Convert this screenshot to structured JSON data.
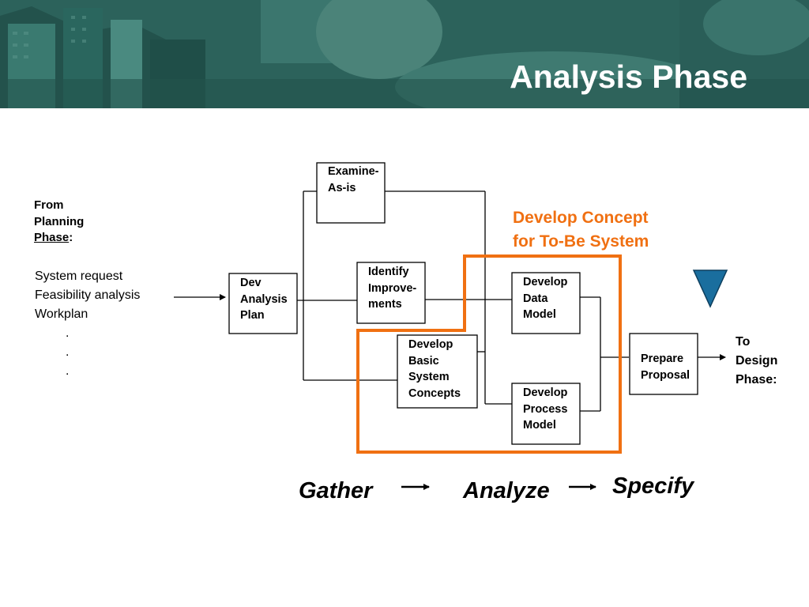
{
  "title": "Analysis Phase",
  "inputs": {
    "heading_line1": "From",
    "heading_line2": "Planning",
    "heading_line3_underlined": "Phase",
    "heading_line3_suffix": ":",
    "items": [
      "System request",
      "Feasibility analysis",
      "Workplan",
      ".",
      ".",
      "."
    ]
  },
  "boxes": {
    "dev_analysis_plan": [
      "Dev",
      "Analysis",
      "Plan"
    ],
    "examine_as_is": [
      "Examine-",
      "As-is"
    ],
    "identify_improvements": [
      "Identify",
      "Improve-",
      "ments"
    ],
    "develop_basic_system_concepts": [
      "Develop",
      "Basic",
      "System",
      "Concepts"
    ],
    "develop_data_model": [
      "Develop",
      "Data",
      "Model"
    ],
    "develop_process_model": [
      "Develop",
      "Process",
      "Model"
    ],
    "prepare_proposal": [
      "Prepare",
      "Proposal"
    ]
  },
  "concept_label": [
    "Develop Concept",
    "for To-Be System"
  ],
  "output": [
    "To",
    "Design",
    "Phase:"
  ],
  "flow": [
    "Gather",
    "Analyze",
    "Specify"
  ],
  "colors": {
    "banner": "#2f6a62",
    "highlight": "#f07012",
    "marker": "#1a6e9e"
  }
}
